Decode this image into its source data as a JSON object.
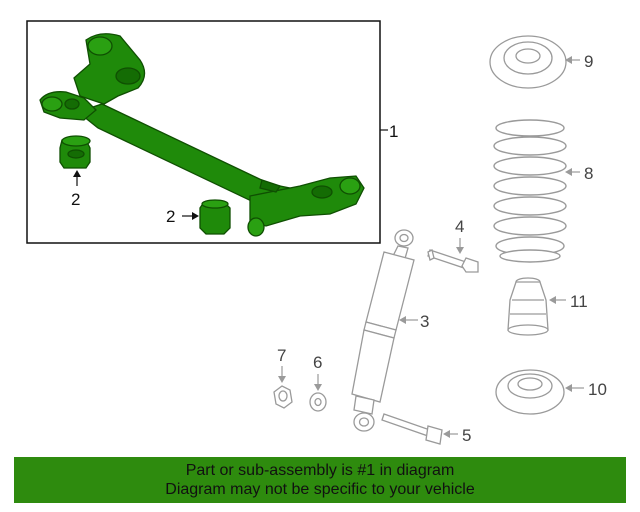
{
  "callouts": {
    "c1": "1",
    "c2a": "2",
    "c2b": "2",
    "c3": "3",
    "c4": "4",
    "c5": "5",
    "c6": "6",
    "c7": "7",
    "c8": "8",
    "c9": "9",
    "c10": "10",
    "c11": "11"
  },
  "banner": {
    "line1": "Part or sub-assembly is #1 in diagram",
    "line2": "Diagram may not be specific to your vehicle"
  },
  "colors": {
    "highlight": "#1f8a0a",
    "highlight_dark": "#0f4f02",
    "banner": "#2e8b0e",
    "line": "#9a9a9a"
  }
}
